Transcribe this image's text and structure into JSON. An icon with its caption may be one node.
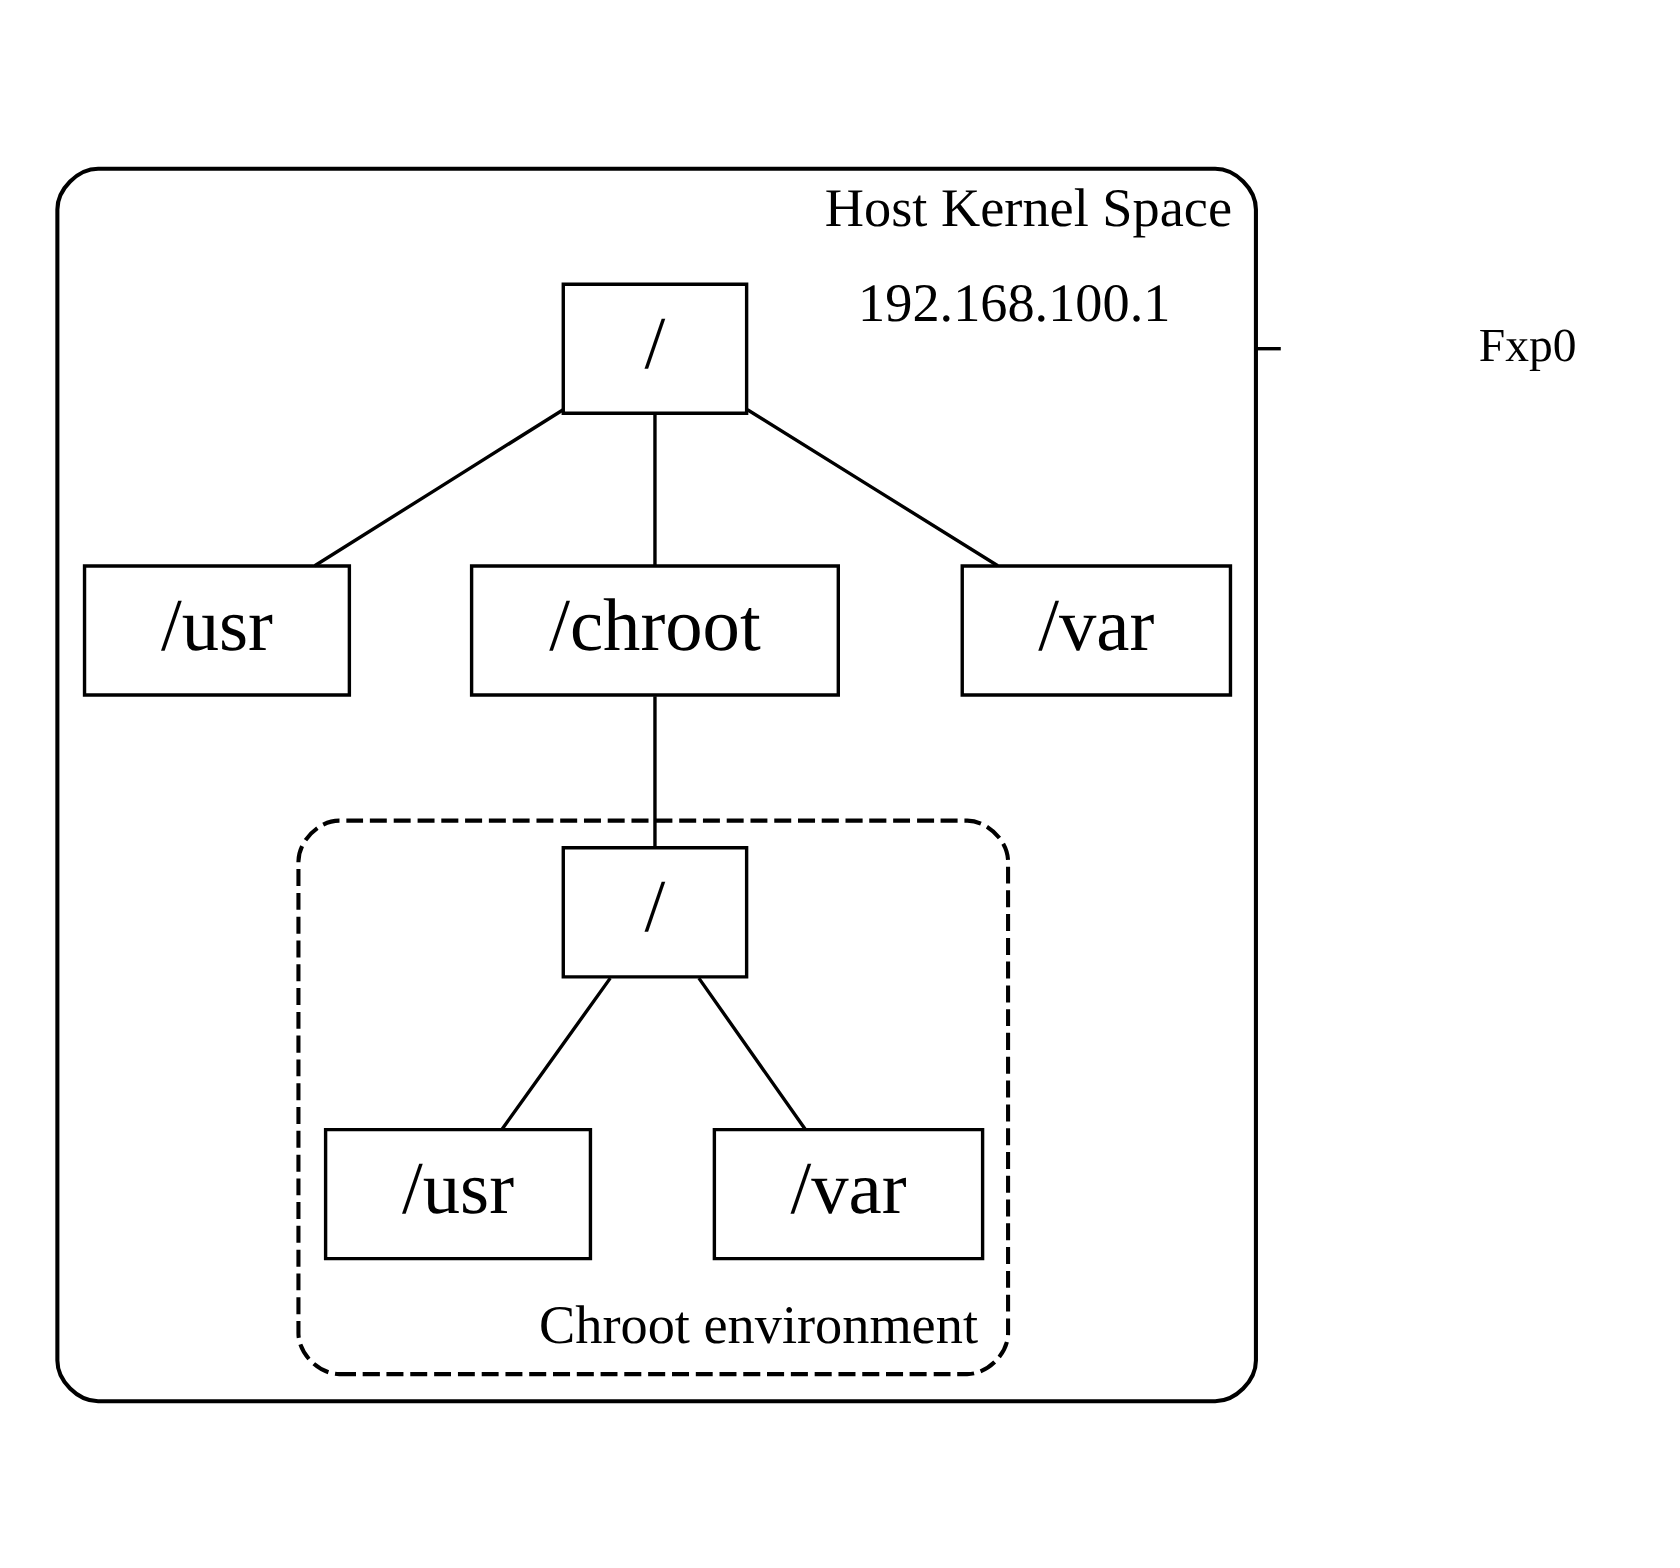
{
  "diagram": {
    "nodes": [
      {
        "text": [
          "Host Kernel Space"
        ]
      },
      {
        "text": [
          "/"
        ],
        "in": 0
      },
      {
        "text": [
          "/usr"
        ],
        "in": 0
      },
      {
        "text": [
          "/chroot"
        ],
        "in": 0
      },
      {
        "text": [
          "/var"
        ],
        "in": 0
      },
      {
        "text": [
          "Chroot environment"
        ],
        "in": 0
      },
      {
        "text": [
          "/"
        ],
        "in": 5
      },
      {
        "text": [
          "/usr"
        ],
        "in": 5
      },
      {
        "text": [
          "/var"
        ],
        "in": 5
      }
    ],
    "edges": [
      {
        "from": 1,
        "to": 2,
        "arrow": "none"
      },
      {
        "from": 1,
        "to": 3,
        "arrow": "none"
      },
      {
        "from": 1,
        "to": 4,
        "arrow": "none"
      },
      {
        "from": 3,
        "to": 6,
        "arrow": "none"
      },
      {
        "from": 6,
        "to": 7,
        "arrow": "none"
      },
      {
        "from": 6,
        "to": 8,
        "arrow": "none"
      },
      {
        "from": 0,
        "to": null,
        "arrow": "none",
        "label": "192.168.100.1"
      }
    ],
    "labels": [
      "Fxp0"
    ]
  }
}
